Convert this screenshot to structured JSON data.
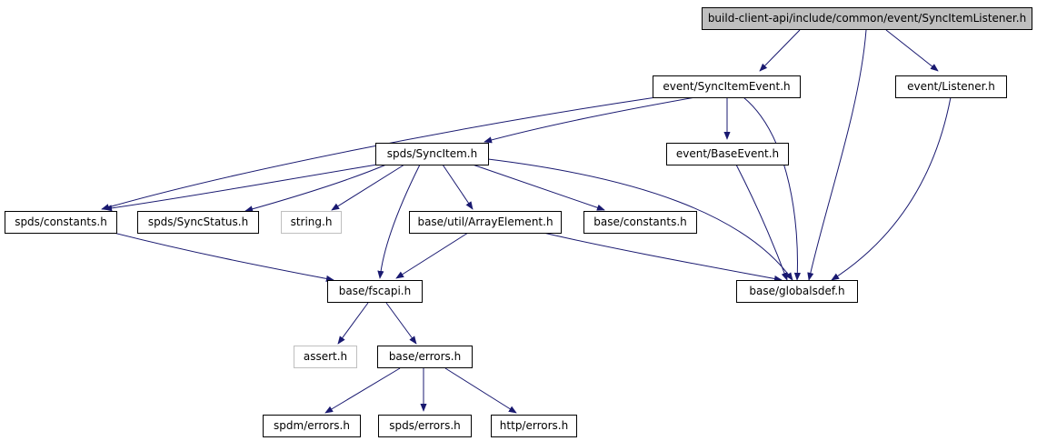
{
  "colors": {
    "edge": "#191970",
    "node_border": "#000000",
    "external_border": "#bfbfbf",
    "root_fill": "#bfbfbf"
  },
  "nodes": {
    "root": "build-client-api/include/common/event/SyncItemListener.h",
    "sync_item_event": "event/SyncItemEvent.h",
    "listener": "event/Listener.h",
    "sync_item": "spds/SyncItem.h",
    "base_event": "event/BaseEvent.h",
    "spds_constants": "spds/constants.h",
    "sync_status": "spds/SyncStatus.h",
    "string_h": "string.h",
    "array_element": "base/util/ArrayElement.h",
    "base_constants": "base/constants.h",
    "fscapi": "base/fscapi.h",
    "globalsdef": "base/globalsdef.h",
    "assert_h": "assert.h",
    "base_errors": "base/errors.h",
    "spdm_errors": "spdm/errors.h",
    "spds_errors": "spds/errors.h",
    "http_errors": "http/errors.h"
  }
}
